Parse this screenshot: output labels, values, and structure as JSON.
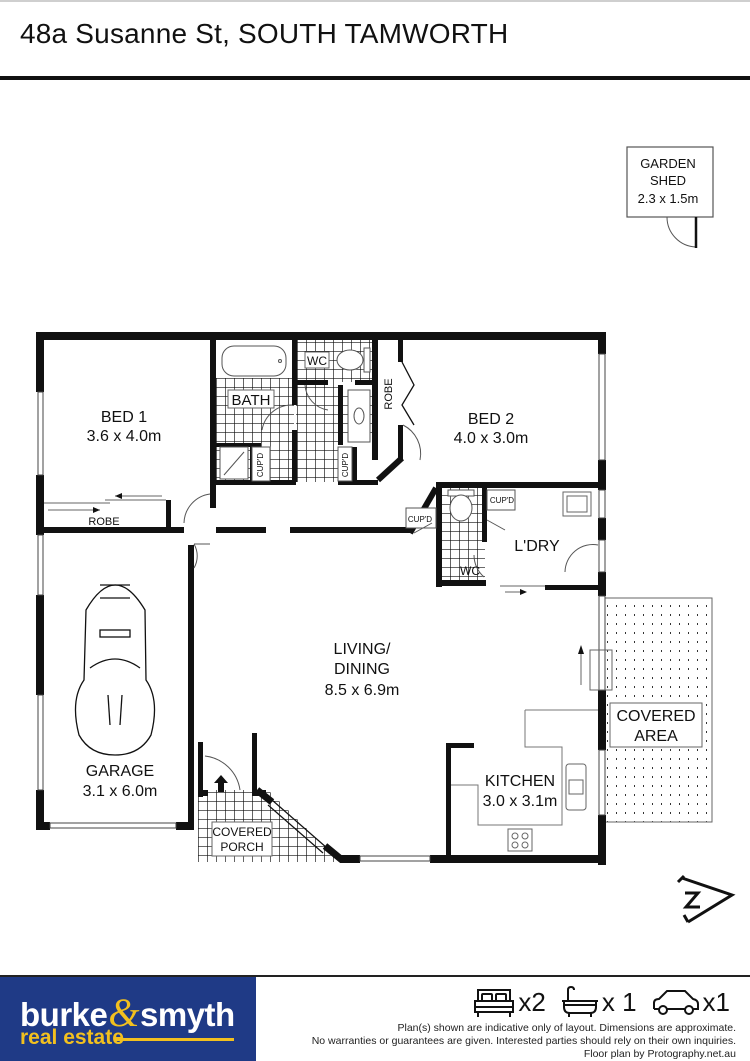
{
  "header": {
    "title": "48a Susanne St, SOUTH TAMWORTH"
  },
  "floorplan": {
    "rooms": {
      "bed1": {
        "name": "BED 1",
        "size": "3.6 x 4.0m"
      },
      "bed2": {
        "name": "BED 2",
        "size": "4.0 x 3.0m"
      },
      "bath": {
        "name": "BATH"
      },
      "wc_top": {
        "name": "WC"
      },
      "wc_mid": {
        "name": "WC"
      },
      "robe_bed1": {
        "name": "ROBE"
      },
      "robe_bed2": {
        "name": "ROBE"
      },
      "cupd_1": {
        "name": "CUP'D"
      },
      "cupd_2": {
        "name": "CUP'D"
      },
      "cupd_3": {
        "name": "CUP'D"
      },
      "cupd_4": {
        "name": "CUP'D"
      },
      "laundry": {
        "name": "L'DRY"
      },
      "garage": {
        "name": "GARAGE",
        "size": "3.1 x 6.0m"
      },
      "living": {
        "name_line1": "LIVING/",
        "name_line2": "DINING",
        "size": "8.5 x 6.9m"
      },
      "kitchen": {
        "name": "KITCHEN",
        "size": "3.0 x 3.1m"
      },
      "covered_area": {
        "name_line1": "COVERED",
        "name_line2": "AREA"
      },
      "covered_porch": {
        "name_line1": "COVERED",
        "name_line2": "PORCH"
      },
      "garden_shed": {
        "name_line1": "GARDEN",
        "name_line2": "SHED",
        "size": "2.3 x 1.5m"
      }
    },
    "compass": {
      "label": "N"
    }
  },
  "footer": {
    "brand": {
      "name_part1": "burke",
      "ampersand": "&",
      "name_part2": "smyth",
      "tagline": "real estate",
      "bg_color": "#1f3a86",
      "accent_color": "#f2c01f"
    },
    "features": [
      {
        "icon": "bed-icon",
        "count": "x2"
      },
      {
        "icon": "bath-icon",
        "count": "x 1"
      },
      {
        "icon": "car-icon",
        "count": "x1"
      }
    ],
    "disclaimer": [
      "Plan(s) shown are indicative only of layout. Dimensions are approximate.",
      "No warranties or guarantees are given. Interested parties should rely on their own inquiries.",
      "Floor plan by Protography.net.au"
    ]
  }
}
